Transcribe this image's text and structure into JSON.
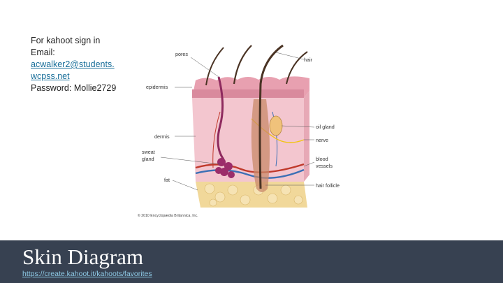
{
  "note": {
    "line1": "For kahoot sign in",
    "line2": "Email:",
    "email_part1": "acwalker2@students.",
    "email_part2": "wcpss.net",
    "password": "Password: Mollie2729"
  },
  "diagram": {
    "labels": {
      "pores": "pores",
      "hair": "hair",
      "epidermis": "epidermis",
      "dermis": "dermis",
      "sweat_gland_1": "sweat",
      "sweat_gland_2": "gland",
      "fat": "fat",
      "oil_gland": "oil gland",
      "nerve": "nerve",
      "blood_vessels_1": "blood",
      "blood_vessels_2": "vessels",
      "hair_follicle": "hair follicle"
    },
    "credit": "© 2010 Encyclopædia Britannica, Inc."
  },
  "footer": {
    "title": "Skin Diagram",
    "link": "https://create.kahoot.it/kahoots/favorites"
  },
  "colors": {
    "footer_bg": "#374151",
    "link": "#1a6f9a",
    "epidermis": "#e8a0b0",
    "dermis": "#f3c6cf",
    "fat": "#f1d89a"
  }
}
